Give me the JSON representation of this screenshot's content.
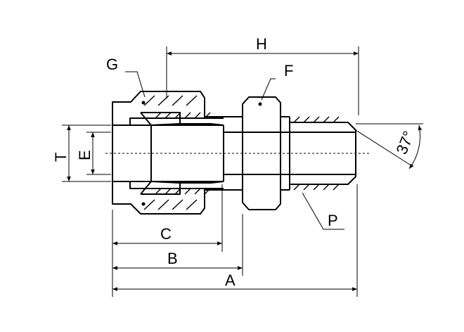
{
  "labels": {
    "a": "A",
    "b": "B",
    "c": "C",
    "e": "E",
    "f": "F",
    "g": "G",
    "h": "H",
    "p": "P",
    "t": "T",
    "angle": "37°"
  }
}
